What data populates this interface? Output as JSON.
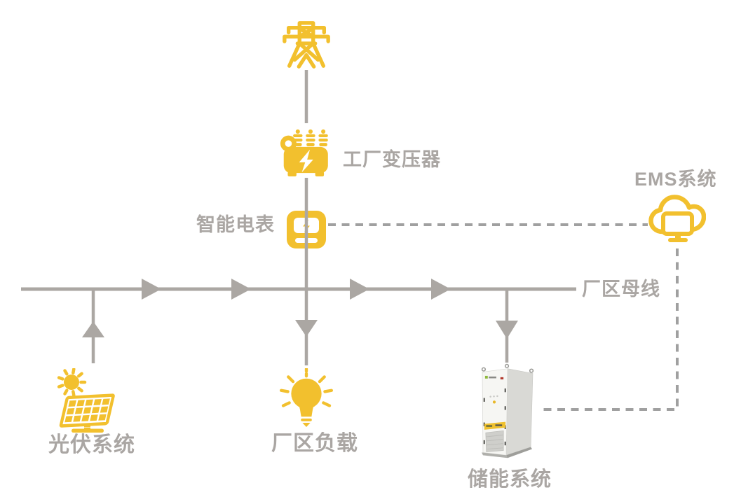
{
  "colors": {
    "accent": "#F2C02E",
    "connector": "#ABA7A3",
    "dashed": "#A0A0A0",
    "label_text": "#AAA6A3"
  },
  "nodes": {
    "grid_tower": {
      "icon": "transmission-tower-icon"
    },
    "transformer": {
      "icon": "transformer-icon",
      "label": "工厂变压器"
    },
    "smart_meter": {
      "icon": "smart-meter-icon",
      "label": "智能电表"
    },
    "ems": {
      "icon": "cloud-monitor-icon",
      "label": "EMS系统"
    },
    "factory_bus": {
      "label": "厂区母线"
    },
    "pv_system": {
      "icon": "solar-panel-icon",
      "label": "光伏系统"
    },
    "factory_load": {
      "icon": "light-bulb-icon",
      "label": "厂区负载"
    },
    "energy_storage": {
      "icon": "battery-cabinet-image",
      "label": "储能系统"
    }
  }
}
